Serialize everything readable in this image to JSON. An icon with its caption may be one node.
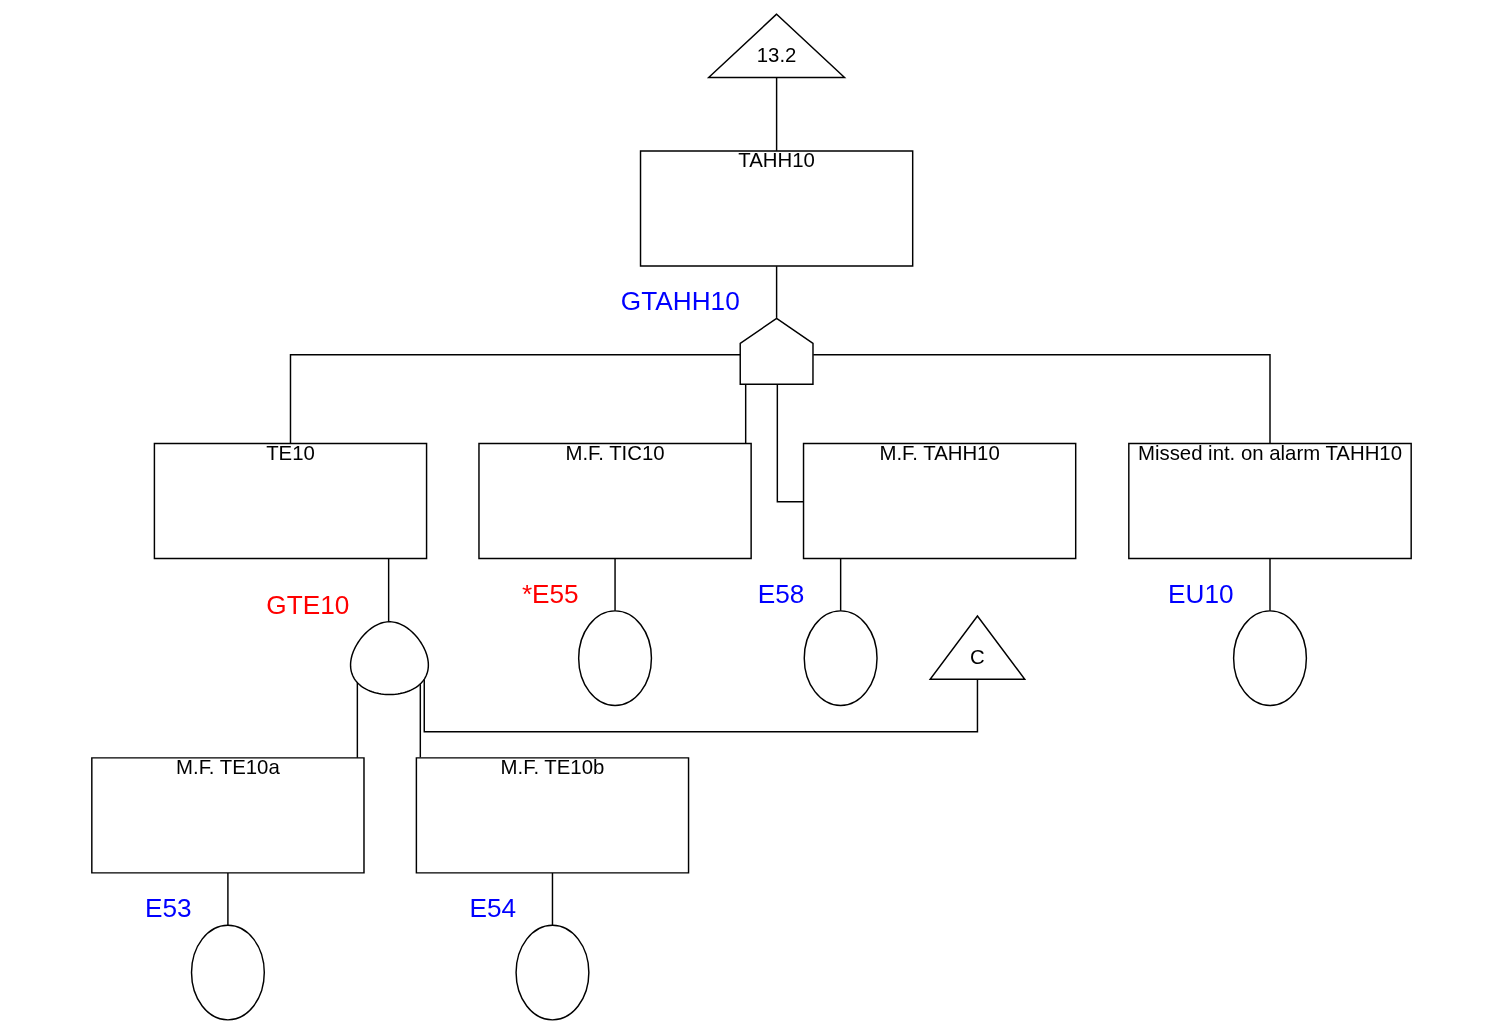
{
  "diagram": {
    "nodes": [
      {
        "text": [
          "13.2"
        ]
      },
      {
        "text": [
          "TAHH10"
        ]
      },
      {
        "text": [],
        "shape": "gate",
        "beside": [
          "GTAHH10"
        ]
      },
      {
        "text": [
          "TE10"
        ]
      },
      {
        "text": [
          "M.F. TIC10"
        ]
      },
      {
        "text": [
          "M.F. TAHH10"
        ]
      },
      {
        "text": [
          "Missed int. on alarm TAHH10"
        ]
      },
      {
        "text": [
          "C"
        ]
      },
      {
        "text": [],
        "shape": "gate",
        "beside": [
          "GTE10"
        ]
      },
      {
        "text": [],
        "shape": "circle",
        "beside": [
          "*E55"
        ]
      },
      {
        "text": [],
        "shape": "circle",
        "beside": [
          "E58"
        ]
      },
      {
        "text": [],
        "shape": "circle",
        "beside": [
          "EU10"
        ]
      },
      {
        "text": [
          "M.F. TE10a"
        ]
      },
      {
        "text": [
          "M.F. TE10b"
        ]
      },
      {
        "text": [],
        "shape": "circle",
        "beside": [
          "E53"
        ]
      },
      {
        "text": [],
        "shape": "circle",
        "beside": [
          "E54"
        ]
      }
    ],
    "edges": [
      {
        "from": 0,
        "to": 1,
        "arrow": "none"
      },
      {
        "from": 1,
        "to": 2,
        "arrow": "none"
      },
      {
        "from": 2,
        "to": 3,
        "arrow": "none"
      },
      {
        "from": 2,
        "to": 4,
        "arrow": "none"
      },
      {
        "from": 2,
        "to": 5,
        "arrow": "none"
      },
      {
        "from": 2,
        "to": 6,
        "arrow": "none"
      },
      {
        "from": 3,
        "to": 8,
        "arrow": "none"
      },
      {
        "from": 7,
        "to": 8,
        "arrow": "none"
      },
      {
        "from": 4,
        "to": 9,
        "arrow": "none"
      },
      {
        "from": 5,
        "to": 10,
        "arrow": "none"
      },
      {
        "from": 6,
        "to": 11,
        "arrow": "none"
      },
      {
        "from": 8,
        "to": 12,
        "arrow": "none"
      },
      {
        "from": 8,
        "to": 13,
        "arrow": "none"
      },
      {
        "from": 12,
        "to": 14,
        "arrow": "none"
      },
      {
        "from": 13,
        "to": 15,
        "arrow": "none"
      }
    ]
  }
}
